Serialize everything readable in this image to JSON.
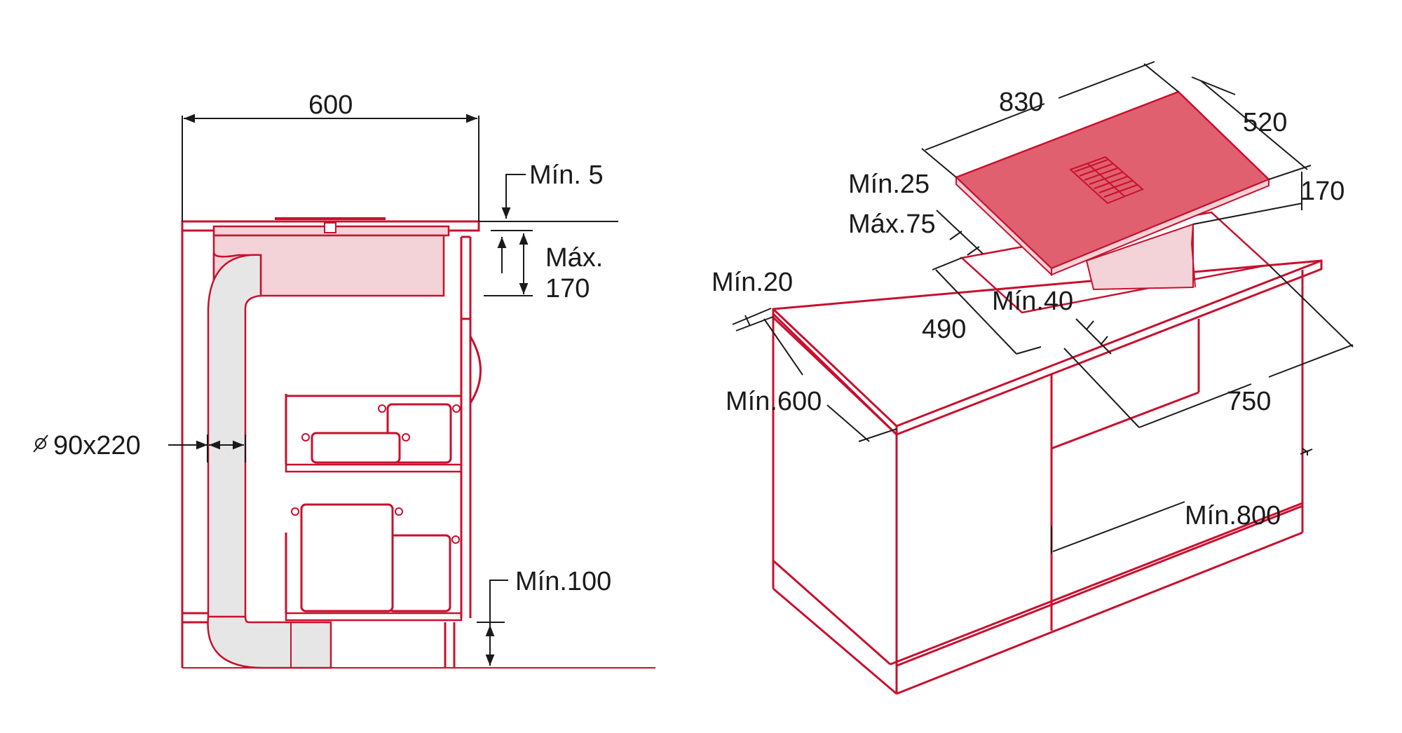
{
  "side_view": {
    "width_label": "600",
    "gap_min_label": "Mín. 5",
    "depth_max_label_1": "Máx.",
    "depth_max_label_2": "170",
    "duct_label": "90x220",
    "plinth_min_label": "Mín.100"
  },
  "iso_view": {
    "hob_length_label": "830",
    "hob_width_label": "520",
    "hob_height_label": "170",
    "edge_min_label": "Mín.25",
    "edge_max_label": "Máx.75",
    "worktop_min_label": "Mín.20",
    "cutout_depth_label": "490",
    "rear_min_label": "Mín.40",
    "cutout_length_label": "750",
    "cabinet_depth_label": "Mín.600",
    "cabinet_width_label": "Mín.800"
  },
  "colors": {
    "outline": "#c8102e",
    "hob_fill": "#e0606f",
    "hob_side_fill": "#f3d3d7",
    "duct_fill": "#e6e6e6",
    "dimension_lines": "#1a1a1a"
  },
  "icons": {
    "duct_size": "section-symbol-icon",
    "vent": "vent-grille-icon"
  }
}
